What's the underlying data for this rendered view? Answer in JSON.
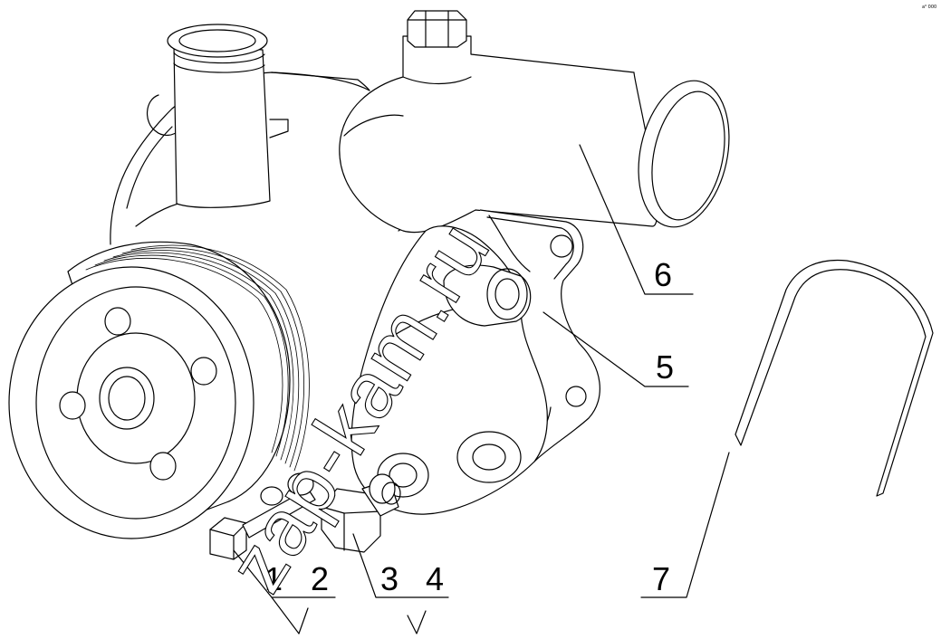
{
  "callouts": {
    "n1": "1",
    "n2": "2",
    "n3": "3",
    "n4": "4",
    "n5": "5",
    "n6": "6",
    "n7": "7"
  },
  "watermark": "zap-kam.ru",
  "corner_mark": "a⁰ 000"
}
